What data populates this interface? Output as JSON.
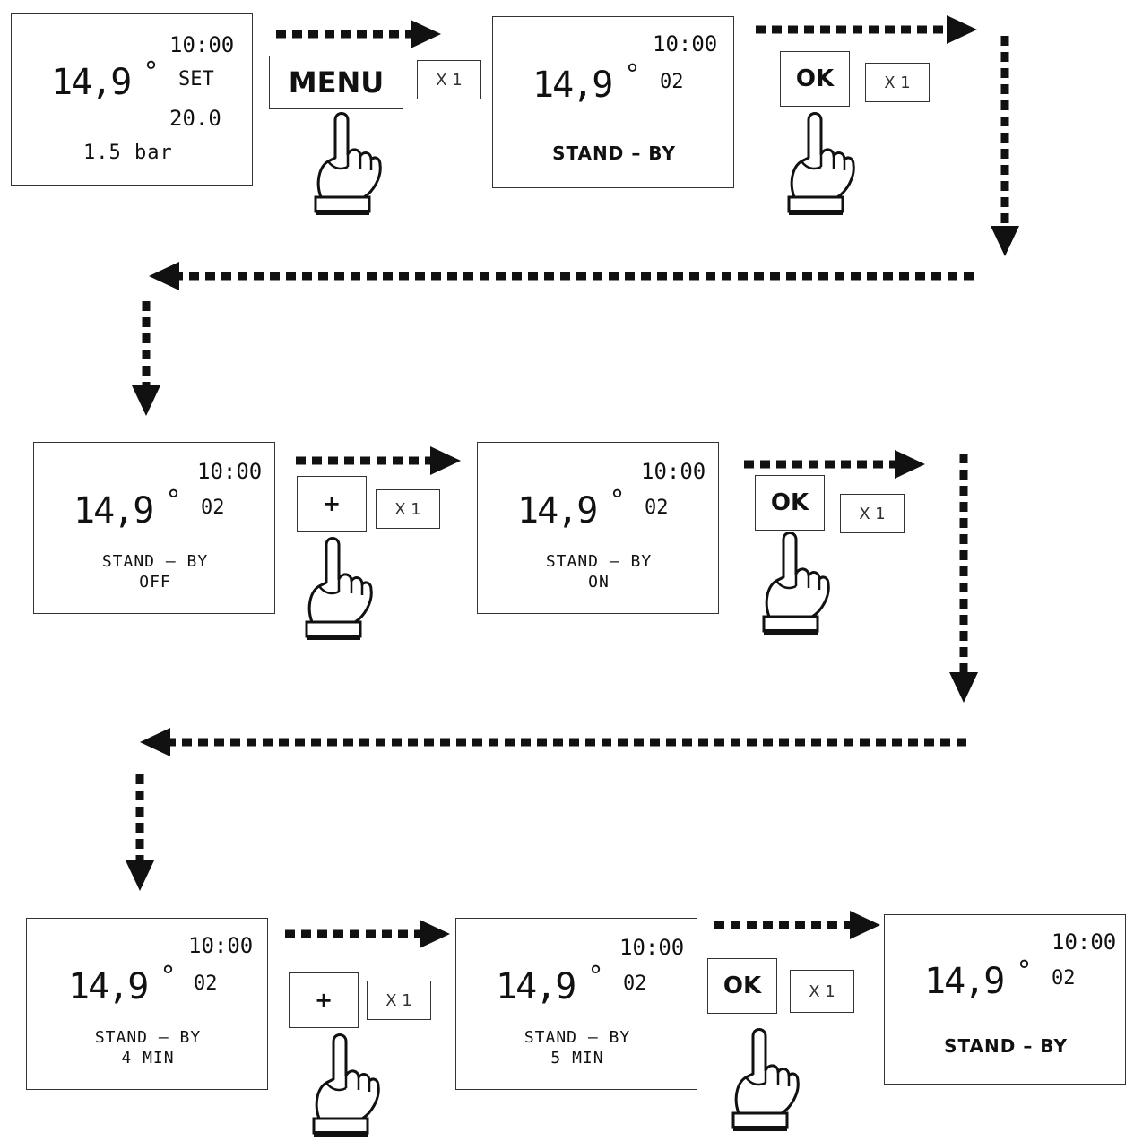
{
  "steps": {
    "s1": {
      "time": "10:00",
      "temp": "14,9",
      "deg": "°",
      "set_label": "SET",
      "set_value": "20.0",
      "pressure": "1.5 bar"
    },
    "s2": {
      "time": "10:00",
      "temp": "14,9",
      "deg": "°",
      "code": "02",
      "line1": "STAND – BY"
    },
    "s3": {
      "time": "10:00",
      "temp": "14,9",
      "deg": "°",
      "code": "02",
      "line1": "STAND – BY",
      "line2": "OFF"
    },
    "s4": {
      "time": "10:00",
      "temp": "14,9",
      "deg": "°",
      "code": "02",
      "line1": "STAND – BY",
      "line2": "ON"
    },
    "s5": {
      "time": "10:00",
      "temp": "14,9",
      "deg": "°",
      "code": "02",
      "line1": "STAND – BY",
      "line2": "4 MIN"
    },
    "s6": {
      "time": "10:00",
      "temp": "14,9",
      "deg": "°",
      "code": "02",
      "line1": "STAND – BY",
      "line2": "5 MIN"
    },
    "s7": {
      "time": "10:00",
      "temp": "14,9",
      "deg": "°",
      "code": "02",
      "line1": "STAND – BY"
    }
  },
  "buttons": {
    "b1": {
      "label": "MENU",
      "times": "X 1"
    },
    "b2": {
      "label": "OK",
      "times": "X 1"
    },
    "b3": {
      "label": "+",
      "times": "X 1"
    },
    "b4": {
      "label": "OK",
      "times": "X 1"
    },
    "b5": {
      "label": "+",
      "times": "X 1"
    },
    "b6": {
      "label": "OK",
      "times": "X 1"
    }
  },
  "icons": {
    "press": "pointing-hand-icon",
    "flow": "dotted-arrow-icon"
  },
  "colors": {
    "ink": "#111111",
    "border": "#333333",
    "background": "#ffffff"
  }
}
